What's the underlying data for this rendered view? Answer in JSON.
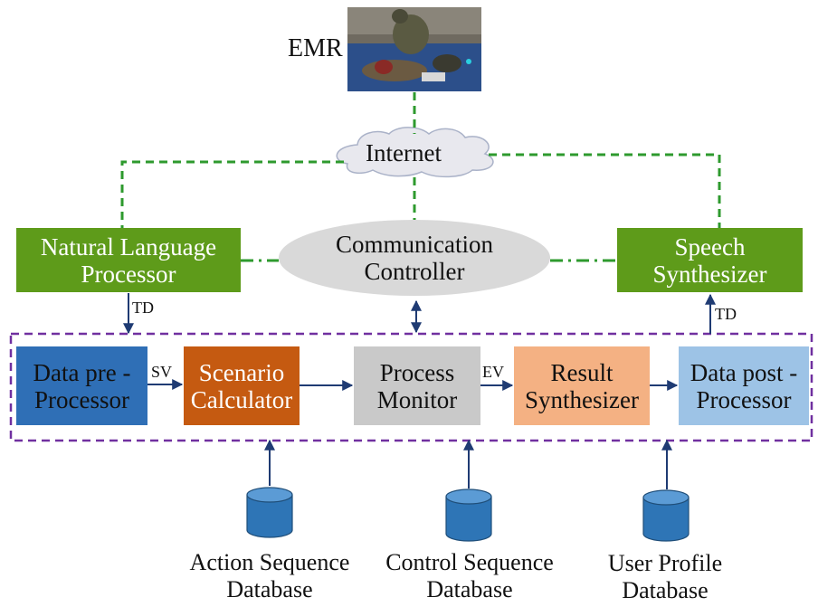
{
  "emr": {
    "label": "EMR",
    "photo_icon": "medic-training-photo"
  },
  "internet": {
    "label": "Internet",
    "icon": "cloud-icon"
  },
  "nlp": {
    "line1": "Natural Language",
    "line2": "Processor",
    "color": "#5e9b1a"
  },
  "comm": {
    "line1": "Communication",
    "line2": "Controller",
    "color": "#d9d9d9"
  },
  "speech": {
    "line1": "Speech",
    "line2": "Synthesizer",
    "color": "#5e9b1a"
  },
  "pipeline": {
    "pre": {
      "line1": "Data pre -",
      "line2": "Processor",
      "color": "#2f6fb6"
    },
    "scen": {
      "line1": "Scenario",
      "line2": "Calculator",
      "color": "#c55a11"
    },
    "proc": {
      "line1": "Process",
      "line2": "Monitor",
      "color": "#c9c9c9"
    },
    "result": {
      "line1": "Result",
      "line2": "Synthesizer",
      "color": "#f4b183"
    },
    "post": {
      "line1": "Data post -",
      "line2": "Processor",
      "color": "#9dc3e6"
    }
  },
  "edges": {
    "sv": "SV",
    "ev": "EV",
    "td_left": "TD",
    "td_right": "TD"
  },
  "databases": [
    {
      "line1": "Action Sequence",
      "line2": "Database",
      "icon": "database-icon"
    },
    {
      "line1": "Control Sequence",
      "line2": "Database",
      "icon": "database-icon"
    },
    {
      "line1": "User Profile",
      "line2": "Database",
      "icon": "database-icon"
    }
  ],
  "colors": {
    "arrow": "#1f3b73",
    "green_link": "#2e9a2e",
    "boundary": "#7030a0",
    "database": "#2e75b6"
  }
}
